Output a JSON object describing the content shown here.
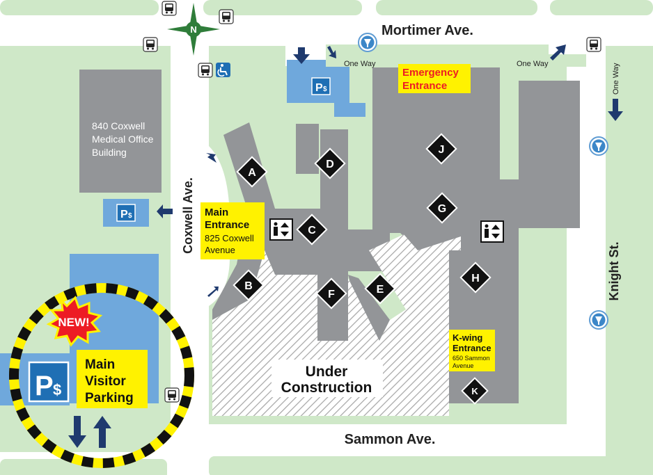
{
  "colors": {
    "green": "#cfe8c8",
    "building": "#939598",
    "parking": "#6fa8dc",
    "blue_dark": "#1f3a6e",
    "sign_yellow": "#fff200",
    "emergency_red": "#ed1c24",
    "new_red": "#ed1c24",
    "hatch": "#9b9b9b"
  },
  "streets": {
    "north": "Mortimer Ave.",
    "south": "Sammon Ave.",
    "west": "Coxwell Ave.",
    "east": "Knight St.",
    "one_way": "One Way"
  },
  "compass": "N",
  "buildings": {
    "office": [
      "840 Coxwell",
      "Medical Office",
      "Building"
    ],
    "under_construction": [
      "Under",
      "Construction"
    ]
  },
  "signs": {
    "emergency": [
      "Emergency",
      "Entrance"
    ],
    "main_entrance_title": [
      "Main",
      "Entrance"
    ],
    "main_entrance_address": [
      "825 Coxwell",
      "Avenue"
    ],
    "kwing_title": [
      "K-wing",
      "Entrance"
    ],
    "kwing_address": [
      "650 Sammon",
      "Avenue"
    ],
    "main_visitor": [
      "Main",
      "Visitor",
      "Parking"
    ],
    "new": "NEW!",
    "parking": "P",
    "parking_dollar": "$"
  },
  "building_letters": [
    "A",
    "B",
    "C",
    "D",
    "E",
    "F",
    "G",
    "H",
    "J",
    "K"
  ],
  "icons": [
    "bus-icon",
    "accessible-icon",
    "elevator-icon",
    "parking-icon",
    "compass-icon",
    "arrow-icon",
    "pharmacy-icon"
  ]
}
